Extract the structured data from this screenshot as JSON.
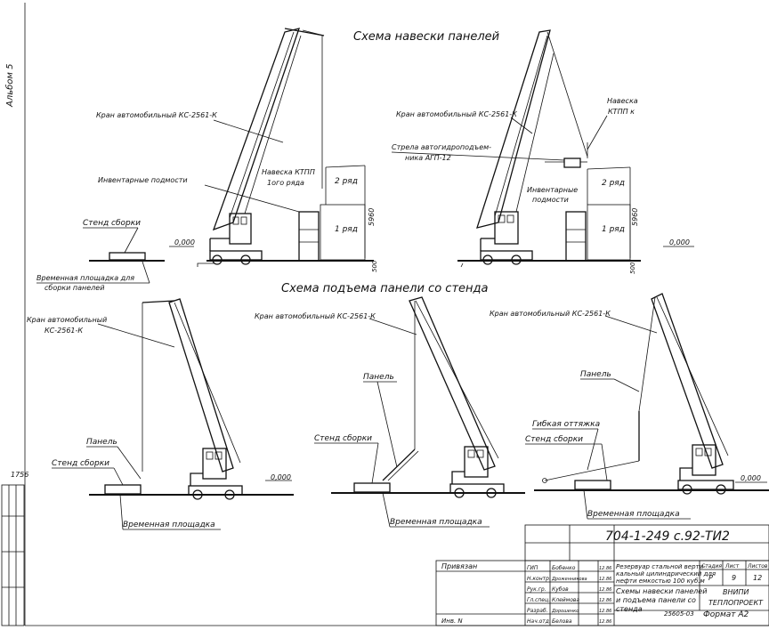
{
  "sheet": {
    "album": "Альбом 5",
    "margin_no": "1756",
    "doc_code": "704-1-249 с.92-ТИ2",
    "bottom_code": "25605-03",
    "format": "Формат А2"
  },
  "section1": {
    "title": "Схема навески панелей",
    "left": {
      "crane": "Кран автомобильный КС-2561-К",
      "scaffold": "Инвентарные подмости",
      "hang": "Навеска КТПП",
      "row_first": "1ого ряда",
      "row2": "2 ряд",
      "row1": "1 ряд",
      "height": "5960",
      "stand": "Стенд сборки",
      "level": "0,000",
      "dim": "500",
      "temp_area_1": "Временная площадка для",
      "temp_area_2": "сборки панелей"
    },
    "right": {
      "crane": "Кран автомобильный КС-2561-К",
      "hang_1": "Навеска",
      "hang_2": "КТПП к",
      "boom_lift_1": "Стрела автогидроподъем-",
      "boom_lift_2": "ника АГП-12",
      "scaffold_1": "Инвентарные",
      "scaffold_2": "подмости",
      "row2": "2 ряд",
      "row1": "1 ряд",
      "height": "5960",
      "level": "0,000",
      "dim": "500"
    }
  },
  "section2": {
    "title": "Схема подъема панели со стенда",
    "a": {
      "crane_1": "Кран автомобильный",
      "crane_2": "КС-2561-К",
      "panel": "Панель",
      "stand": "Стенд сборки",
      "level": "0,000",
      "temp": "Временная площадка"
    },
    "b": {
      "crane": "Кран автомобильный КС-2561-К",
      "panel": "Панель",
      "stand": "Стенд сборки",
      "temp": "Временная площадка"
    },
    "c": {
      "crane": "Кран автомобильный КС-2561-К",
      "panel": "Панель",
      "sling": "Гибкая оттяжка",
      "stand": "Стенд сборки",
      "level": "0,000",
      "temp": "Временная площадка"
    }
  },
  "stamp": {
    "privyazan": "Привязан",
    "inv": "Инв. N",
    "roles": [
      "ГИП",
      "Н.контр.",
      "Рук.гр.",
      "Гл.спец.",
      "Разраб.",
      "Нач.отд."
    ],
    "names": [
      "Бобенко",
      "Дроженникова",
      "Кубов",
      "Клеймова",
      "Дорошенко",
      "Белова"
    ],
    "dates": [
      "12.86",
      "12.86",
      "12.86",
      "12.86",
      "12.86",
      "12.86"
    ],
    "desc_1": "Резервуар стальной верти-",
    "desc_2": "кальный цилиндрический для",
    "desc_3": "нефти емкостью 100 куб.м",
    "sheet_title_1": "Схемы навески панелей",
    "sheet_title_2": "и подъема панели со",
    "sheet_title_3": "стенда",
    "stage_h": "Стадия",
    "list_h": "Лист",
    "lists_h": "Листов",
    "stage": "Р",
    "list": "9",
    "lists": "12",
    "org_1": "ВНИПИ",
    "org_2": "ТЕПЛОПРОЕКТ"
  }
}
